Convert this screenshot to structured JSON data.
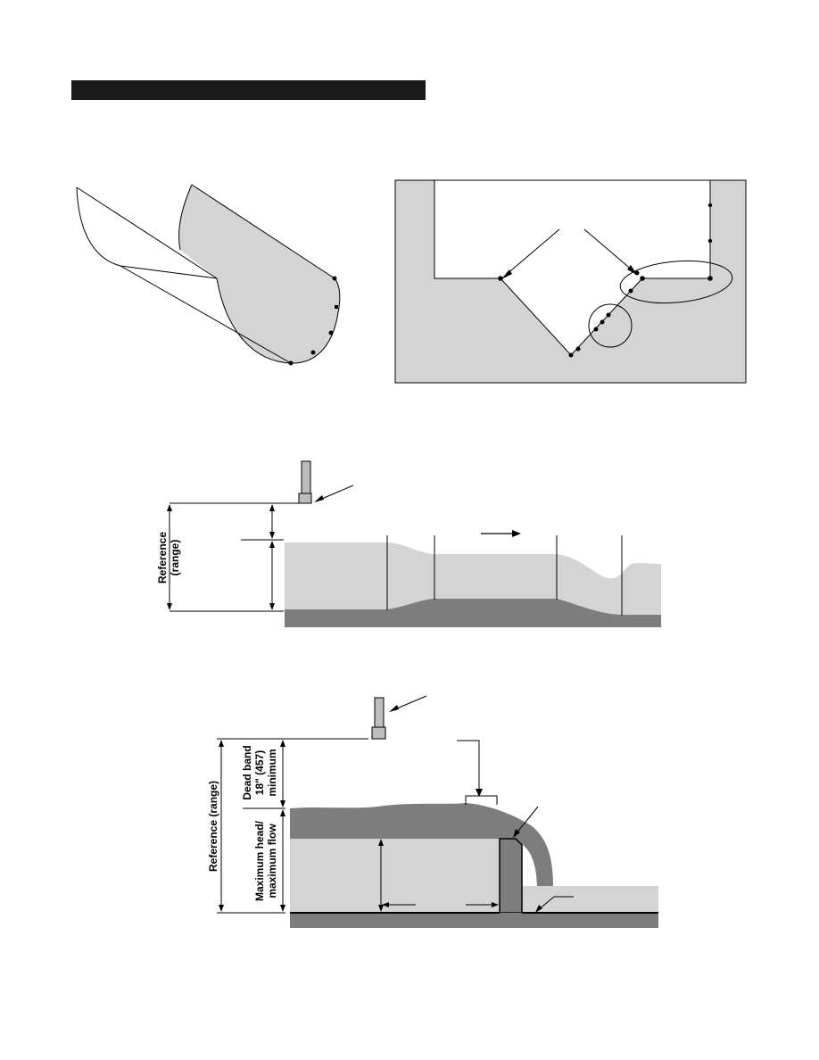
{
  "header_bar": {
    "text": ""
  },
  "figures": {
    "channel_3d": {
      "name": "Semicircular channel section"
    },
    "v_notch": {
      "name": "Channel cross-section with V-notch"
    },
    "flume": {
      "name": "Sensor over flume"
    },
    "weir": {
      "name": "Sensor over weir",
      "dead_band_line1": "Dead band",
      "dead_band_line2": "18\" (457)",
      "dead_band_line3": "minimum",
      "reference_range": "Reference (range)",
      "max_head_line1": "Maximum head/",
      "max_head_line2": "maximum flow"
    },
    "flume_labels": {
      "reference_line1": "Reference",
      "reference_line2": "(range)"
    }
  },
  "colors": {
    "light_gray": "#d4d4d4",
    "dark_gray": "#7d7d7d",
    "medium_gray": "#bdbdbd",
    "black": "#000000"
  }
}
